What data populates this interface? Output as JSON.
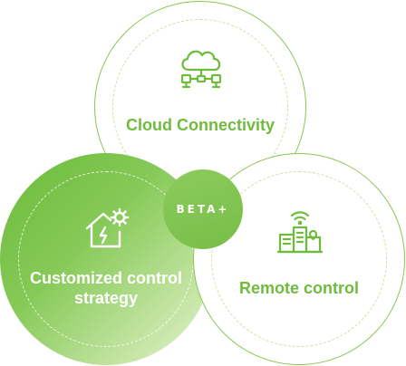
{
  "nodes": {
    "cloud": {
      "label": "Cloud Connectivity",
      "icon": "cloud-network-icon"
    },
    "custom": {
      "label_line1": "Customized control",
      "label_line2": "strategy",
      "icon": "smart-home-settings-icon"
    },
    "remote": {
      "label": "Remote control",
      "icon": "building-wireless-icon"
    }
  },
  "center": {
    "logo_text": "BETA+"
  },
  "colors": {
    "accent": "#6fbb3c",
    "border": "#8cc653",
    "fill_start": "#6cbb3c",
    "fill_end": "#e4f2d4"
  }
}
